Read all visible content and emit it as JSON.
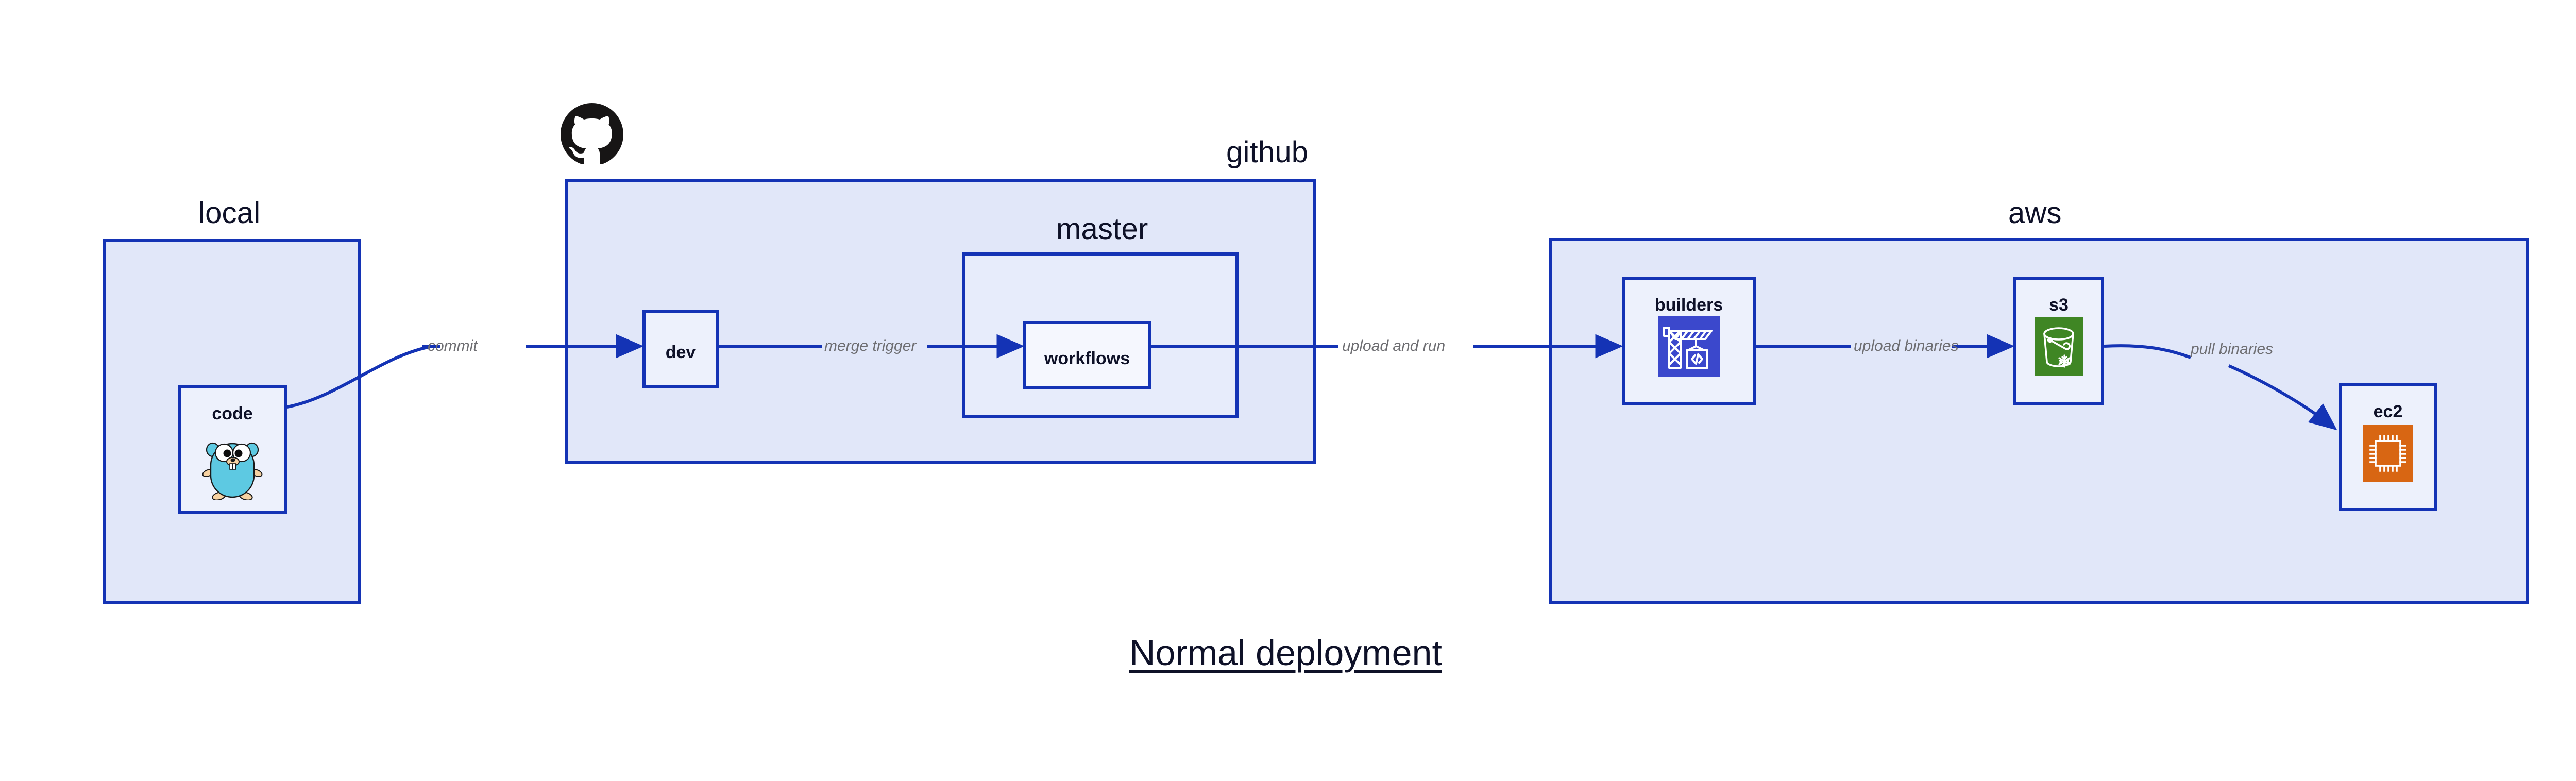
{
  "diagram": {
    "title": "Normal deployment",
    "groups": [
      {
        "id": "local",
        "label": "local"
      },
      {
        "id": "github",
        "label": "github"
      },
      {
        "id": "master",
        "label": "master"
      },
      {
        "id": "aws",
        "label": "aws"
      }
    ],
    "nodes": [
      {
        "id": "code",
        "label": "code",
        "icon": "go-gopher-icon"
      },
      {
        "id": "dev",
        "label": "dev",
        "icon": null
      },
      {
        "id": "workflows",
        "label": "workflows",
        "icon": null
      },
      {
        "id": "builders",
        "label": "builders",
        "icon": "aws-codebuild-icon"
      },
      {
        "id": "s3",
        "label": "s3",
        "icon": "aws-s3-bucket-icon"
      },
      {
        "id": "ec2",
        "label": "ec2",
        "icon": "aws-ec2-chip-icon"
      }
    ],
    "edges": [
      {
        "id": "commit",
        "label": "commit",
        "from": "code",
        "to": "dev"
      },
      {
        "id": "merge-trigger",
        "label": "merge trigger",
        "from": "dev",
        "to": "workflows"
      },
      {
        "id": "upload-and-run",
        "label": "upload and run",
        "from": "workflows",
        "to": "builders"
      },
      {
        "id": "upload-binaries",
        "label": "upload binaries",
        "from": "builders",
        "to": "s3"
      },
      {
        "id": "pull-binaries",
        "label": "pull binaries",
        "from": "s3",
        "to": "ec2"
      }
    ],
    "brand_icons": [
      {
        "id": "github-octocat",
        "name": "github-octocat-icon"
      }
    ],
    "colors": {
      "group_fill": "#E1E7F9",
      "group_fill_nested": "#E7ECFB",
      "node_fill": "#EDF1FC",
      "node_fill_light": "#F5F7FE",
      "border_blue": "#1433B5",
      "edge_blue": "#1433B5",
      "text_dark": "#0E1128",
      "edge_label_gray": "#6E6E72",
      "codebuild_blue": "#3B48CC",
      "s3_green": "#3F8624",
      "ec2_orange": "#D86613",
      "gopher_cyan": "#5DC9E2",
      "gopher_tan": "#F6D2A2",
      "octocat_black": "#171515",
      "background": "#FFFFFF"
    }
  }
}
